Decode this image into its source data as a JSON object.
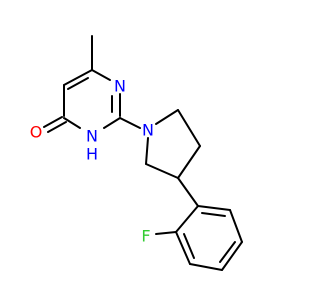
{
  "structure": {
    "colors": {
      "bond": "#000000",
      "oxygen": "#ff0000",
      "nitrogen": "#0000ff",
      "fluorine": "#33cc33",
      "background": "#ffffff"
    },
    "labels": {
      "oxygen": "O",
      "n_ring_top": "N",
      "n_ring_h": "N",
      "h_on_n": "H",
      "n_pyrrolidine": "N",
      "fluorine": "F"
    }
  }
}
